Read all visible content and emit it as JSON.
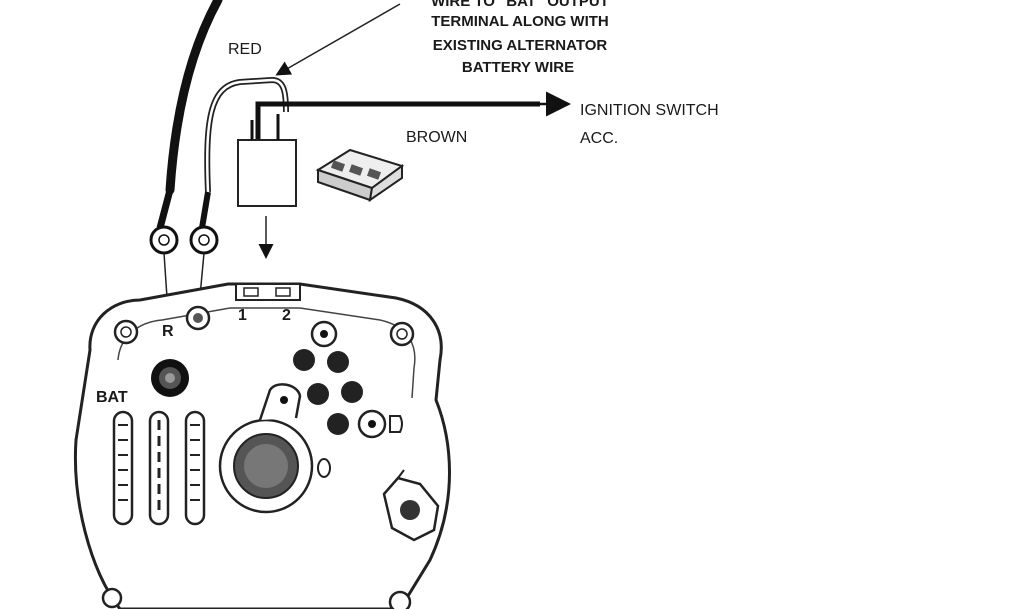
{
  "annotation": {
    "line1": "WIRE TO \"BAT\" OUTPUT",
    "line2": "TERMINAL ALONG WITH",
    "line3": "EXISTING ALTERNATOR",
    "line4": "BATTERY WIRE"
  },
  "wires": {
    "red": "RED",
    "brown": "BROWN",
    "ignition_line1": "IGNITION SWITCH",
    "ignition_line2": "ACC."
  },
  "terminals": {
    "r": "R",
    "bat": "BAT",
    "one": "1",
    "two": "2"
  }
}
